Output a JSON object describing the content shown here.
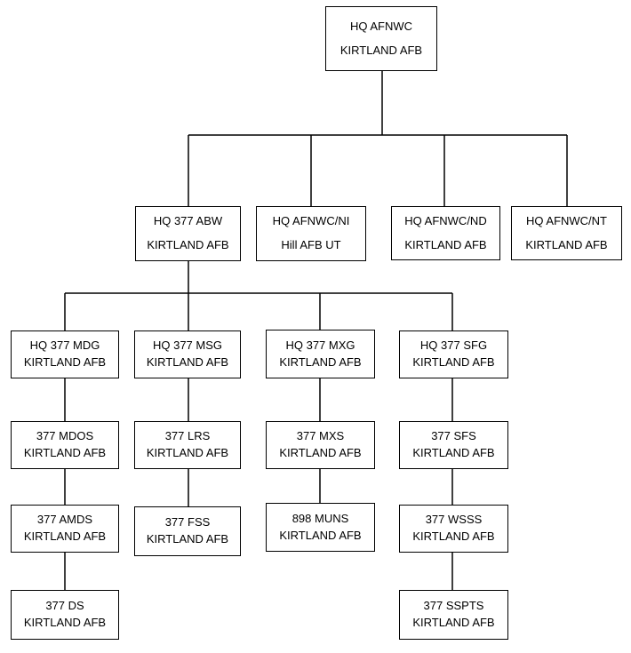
{
  "nodes": {
    "root": {
      "line1": "HQ AFNWC",
      "line2": "KIRTLAND AFB"
    },
    "abw": {
      "line1": "HQ 377 ABW",
      "line2": "KIRTLAND AFB"
    },
    "ni": {
      "line1": "HQ AFNWC/NI",
      "line2": "Hill AFB UT"
    },
    "nd": {
      "line1": "HQ AFNWC/ND",
      "line2": "KIRTLAND AFB"
    },
    "nt": {
      "line1": "HQ AFNWC/NT",
      "line2": "KIRTLAND AFB"
    },
    "mdg": {
      "line1": "HQ 377 MDG",
      "line2": "KIRTLAND AFB"
    },
    "msg": {
      "line1": "HQ 377 MSG",
      "line2": "KIRTLAND AFB"
    },
    "mxg": {
      "line1": "HQ 377 MXG",
      "line2": "KIRTLAND AFB"
    },
    "sfg": {
      "line1": "HQ 377 SFG",
      "line2": "KIRTLAND AFB"
    },
    "mdos": {
      "line1": "377 MDOS",
      "line2": "KIRTLAND AFB"
    },
    "lrs": {
      "line1": "377 LRS",
      "line2": "KIRTLAND AFB"
    },
    "mxs": {
      "line1": "377 MXS",
      "line2": "KIRTLAND AFB"
    },
    "sfs": {
      "line1": "377 SFS",
      "line2": "KIRTLAND AFB"
    },
    "amds": {
      "line1": "377 AMDS",
      "line2": "KIRTLAND AFB"
    },
    "fss": {
      "line1": "377 FSS",
      "line2": "KIRTLAND AFB"
    },
    "muns": {
      "line1": "898 MUNS",
      "line2": "KIRTLAND AFB"
    },
    "wsss": {
      "line1": "377 WSSS",
      "line2": "KIRTLAND AFB"
    },
    "ds": {
      "line1": "377 DS",
      "line2": "KIRTLAND AFB"
    },
    "sspts": {
      "line1": "377 SSPTS",
      "line2": "KIRTLAND AFB"
    }
  },
  "colors": {
    "line": "#000000",
    "box_border": "#000000",
    "background": "#ffffff"
  }
}
